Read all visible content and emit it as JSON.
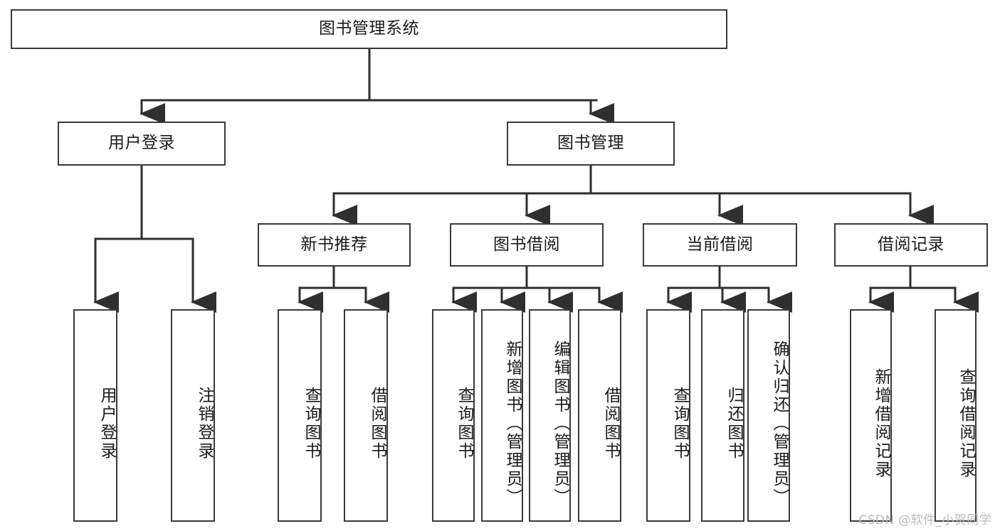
{
  "diagram": {
    "title": "图书管理系统",
    "type": "tree-hierarchy-chart",
    "watermark": "CSDN @软件_小贺同学",
    "colors": {
      "box_border": "#3a3a3a",
      "box_fill": "#ffffff",
      "connector": "#2f2f2f",
      "text": "#1a1a1a",
      "watermark": "#b9b9b9"
    },
    "levels": {
      "root": {
        "label": "图书管理系统"
      },
      "level2": [
        {
          "id": "user-login",
          "label": "用户登录"
        },
        {
          "id": "book-management",
          "label": "图书管理"
        }
      ],
      "level3": [
        {
          "id": "new-book-recommend",
          "label": "新书推荐"
        },
        {
          "id": "book-borrow",
          "label": "图书借阅"
        },
        {
          "id": "current-borrow",
          "label": "当前借阅"
        },
        {
          "id": "borrow-record",
          "label": "借阅记录"
        }
      ],
      "leaves": [
        {
          "id": "leaf-user-login",
          "label": "用户登录",
          "parent": "user-login"
        },
        {
          "id": "leaf-logout-login",
          "label": "注销登录",
          "parent": "user-login"
        },
        {
          "id": "leaf-query-book-1",
          "label": "查询图书",
          "parent": "new-book-recommend"
        },
        {
          "id": "leaf-borrow-book-1",
          "label": "借阅图书",
          "parent": "new-book-recommend"
        },
        {
          "id": "leaf-query-book-2",
          "label": "查询图书",
          "parent": "book-borrow"
        },
        {
          "id": "leaf-add-book",
          "label": "新增图书（管理员）",
          "parent": "book-borrow"
        },
        {
          "id": "leaf-edit-book",
          "label": "编辑图书（管理员）",
          "parent": "book-borrow"
        },
        {
          "id": "leaf-borrow-book-2",
          "label": "借阅图书",
          "parent": "book-borrow"
        },
        {
          "id": "leaf-query-book-3",
          "label": "查询图书",
          "parent": "current-borrow"
        },
        {
          "id": "leaf-return-book",
          "label": "归还图书",
          "parent": "current-borrow"
        },
        {
          "id": "leaf-confirm-return",
          "label": "确认归还（管理员）",
          "parent": "current-borrow"
        },
        {
          "id": "leaf-add-record",
          "label": "新增借阅记录",
          "parent": "borrow-record"
        },
        {
          "id": "leaf-query-record",
          "label": "查询借阅记录",
          "parent": "borrow-record"
        }
      ]
    }
  }
}
